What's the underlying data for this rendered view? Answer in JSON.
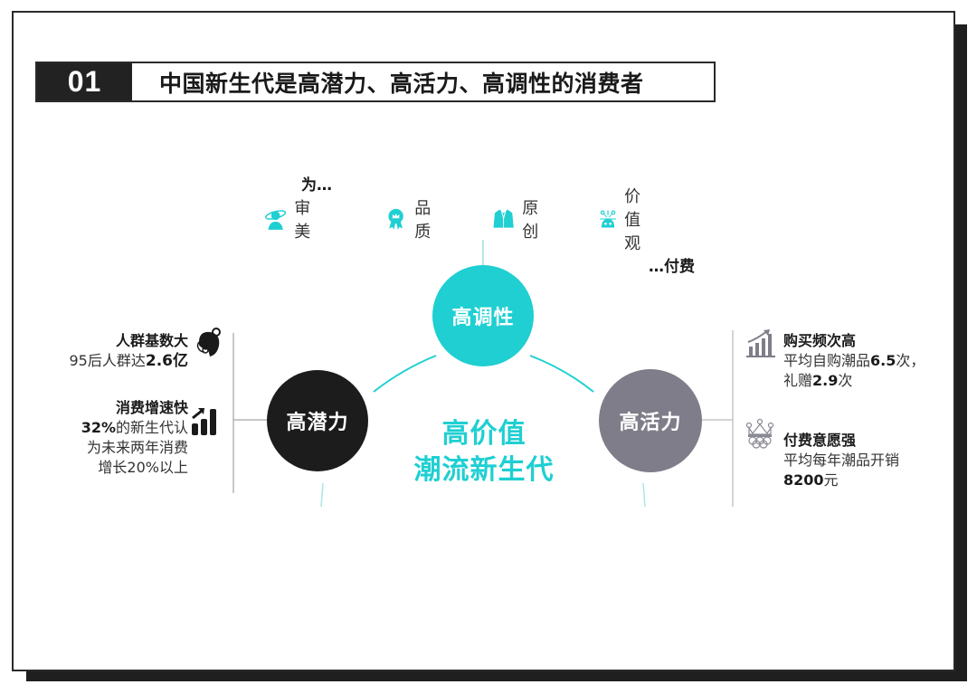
{
  "header": {
    "number": "01",
    "title": "中国新生代是高潜力、高活力、高调性的消费者"
  },
  "top": {
    "prefix": "为…",
    "suffix": "…付费",
    "values": [
      {
        "icon": "aesthetic-icon",
        "label": "审美"
      },
      {
        "icon": "quality-badge-icon",
        "label": "品质"
      },
      {
        "icon": "jacket-icon",
        "label": "原创"
      },
      {
        "icon": "values-network-icon",
        "label": "价值观"
      }
    ]
  },
  "circles": {
    "top": {
      "label": "高调性",
      "color": "#1fcfd2"
    },
    "left": {
      "label": "高潜力",
      "color": "#1c1c1c"
    },
    "right": {
      "label": "高活力",
      "color": "#7e7d89"
    }
  },
  "center": {
    "line1": "高价值",
    "line2": "潮流新生代",
    "color": "#1fcfd2"
  },
  "left": {
    "items": [
      {
        "icon": "woman-head-icon",
        "title": "人群基数大",
        "body_prefix": "95后人群达",
        "body_bold": "2.6亿"
      },
      {
        "icon": "growth-bars-icon",
        "title": "消费增速快",
        "body_bold": "32%",
        "body_line1": "的新生代认",
        "body_line2": "为未来两年消费",
        "body_line3": "增长20%以上"
      }
    ]
  },
  "right": {
    "items": [
      {
        "icon": "growth-chart-icon",
        "title": "购买频次高",
        "body_a": "平均自购潮品",
        "body_b": "6.5",
        "body_c": "次，礼赠",
        "body_d": "2.9",
        "body_e": "次"
      },
      {
        "icon": "crown-rings-icon",
        "title": "付费意愿强",
        "body_a": "平均每年潮品开销",
        "body_b": "8200",
        "body_c": "元"
      }
    ]
  }
}
